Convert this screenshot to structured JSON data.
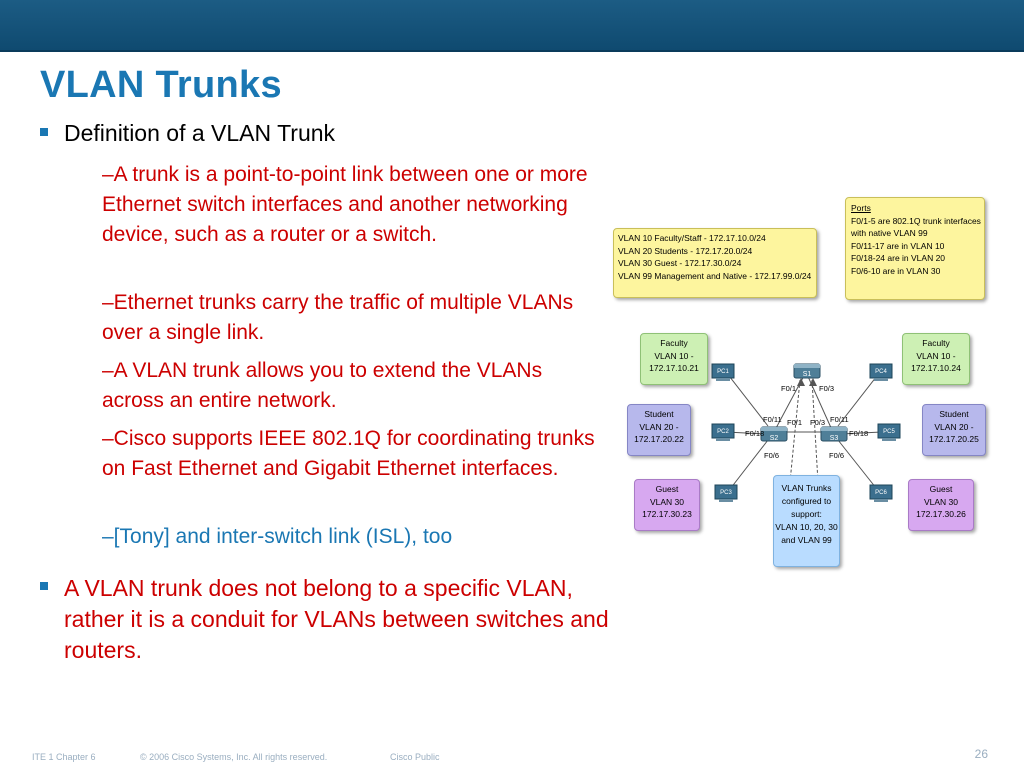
{
  "slide": {
    "title": "VLAN Trunks",
    "bullet1": "Definition of a VLAN Trunk",
    "sub": [
      "–A trunk is a point-to-point link between one or more Ethernet switch interfaces and another networking device, such as a router or a switch.",
      "–Ethernet trunks carry the traffic of multiple VLANs over a single link.",
      "–A VLAN trunk allows you to extend the VLANs across an entire network.",
      "–Cisco supports IEEE 802.1Q for coordinating trunks on Fast Ethernet and Gigabit Ethernet interfaces.",
      "–[Tony] and inter-switch link (ISL), too"
    ],
    "bullet2": "A VLAN trunk does not belong to a specific VLAN, rather it is a conduit for VLANs between switches and routers."
  },
  "footer": {
    "course": "ITE 1 Chapter 6",
    "copyright": "© 2006 Cisco Systems, Inc. All rights reserved.",
    "classification": "Cisco Public",
    "page": "26"
  },
  "diagram": {
    "legend": [
      "VLAN 10  Faculty/Staff - 172.17.10.0/24",
      "VLAN 20  Students - 172.17.20.0/24",
      "VLAN 30  Guest - 172.17.30.0/24",
      "VLAN 99  Management and Native - 172.17.99.0/24"
    ],
    "ports": {
      "heading": "Ports",
      "lines": [
        "F0/1-5 are 802.1Q trunk interfaces",
        "with native VLAN 99",
        "F0/11-17 are in VLAN 10",
        "F0/18-24 are in VLAN 20",
        "F0/6-10 are in VLAN 30"
      ]
    },
    "faculty_left": [
      "Faculty",
      "VLAN 10 -",
      "172.17.10.21"
    ],
    "faculty_right": [
      "Faculty",
      "VLAN 10 -",
      "172.17.10.24"
    ],
    "student_left": [
      "Student",
      "VLAN 20 -",
      "172.17.20.22"
    ],
    "student_right": [
      "Student",
      "VLAN 20 -",
      "172.17.20.25"
    ],
    "guest_left": [
      "Guest",
      "VLAN 30",
      "172.17.30.23"
    ],
    "guest_right": [
      "Guest",
      "VLAN 30",
      "172.17.30.26"
    ],
    "trunk": [
      "VLAN Trunks",
      "configured to",
      "support:",
      "VLAN 10, 20, 30",
      "and VLAN 99"
    ],
    "switches": {
      "s1": "S1",
      "s2": "S2",
      "s3": "S3"
    },
    "pcs": {
      "pc1": "PC1",
      "pc2": "PC2",
      "pc3": "PC3",
      "pc4": "PC4",
      "pc5": "PC5",
      "pc6": "PC6"
    },
    "port_labels": {
      "s1_left": "F0/1",
      "s1_right": "F0/3",
      "s2_up": "F0/11",
      "s2_center": "F0/1",
      "s2_left": "F0/18",
      "s2_down": "F0/6",
      "s3_center": "F0/3",
      "s3_up": "F0/11",
      "s3_right": "F0/18",
      "s3_down": "F0/6"
    },
    "colors": {
      "legend": "#fdf59e",
      "faculty": "#cdf0b4",
      "student": "#b7b8ec",
      "guest": "#d7a8f0",
      "trunk": "#b9dcff",
      "switch": "#4f7f98"
    }
  }
}
